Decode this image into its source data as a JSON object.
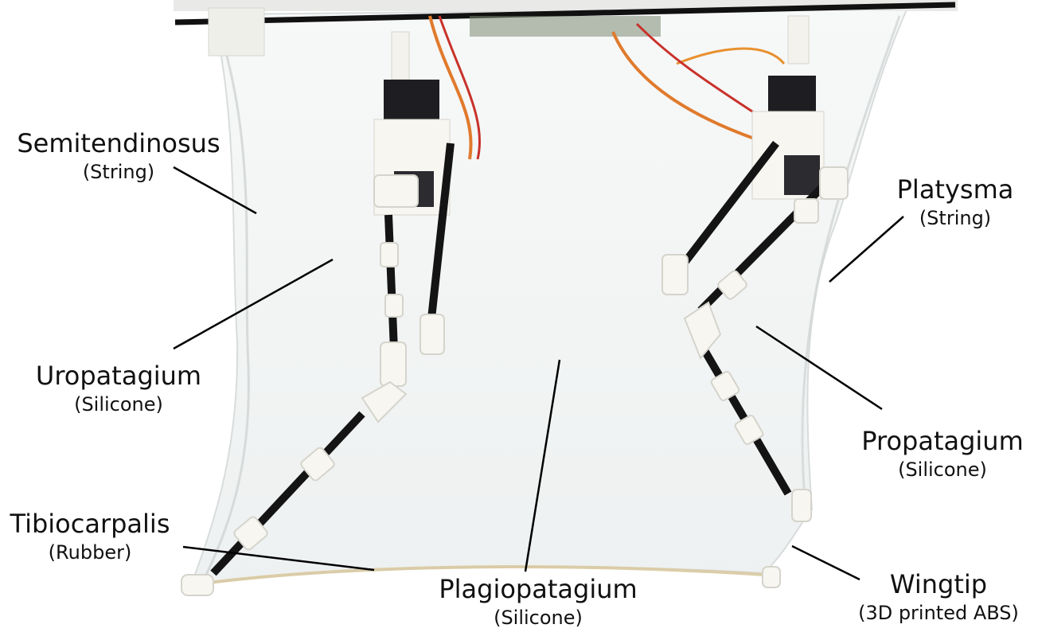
{
  "figure": {
    "labels": {
      "semitendinosus": {
        "name": "Semitendinosus",
        "material": "(String)"
      },
      "uropatagium": {
        "name": "Uropatagium",
        "material": "(Silicone)"
      },
      "tibiocarpalis": {
        "name": "Tibiocarpalis",
        "material": "(Rubber)"
      },
      "plagiopatagium": {
        "name": "Plagiopatagium",
        "material": "(Silicone)"
      },
      "platysma": {
        "name": "Platysma",
        "material": "(String)"
      },
      "propatagium": {
        "name": "Propatagium",
        "material": "(Silicone)"
      },
      "wingtip": {
        "name": "Wingtip",
        "material": "(3D printed ABS)"
      }
    }
  },
  "colors": {
    "background": "#ffffff",
    "membrane": "#f4f6f6",
    "carbon_rod": "#141414",
    "printed_parts": "#f7f6f1",
    "servo": "#1e1e22",
    "wire_orange": "#e07a2c",
    "wire_red": "#c8322a",
    "leader_line": "#000000"
  }
}
